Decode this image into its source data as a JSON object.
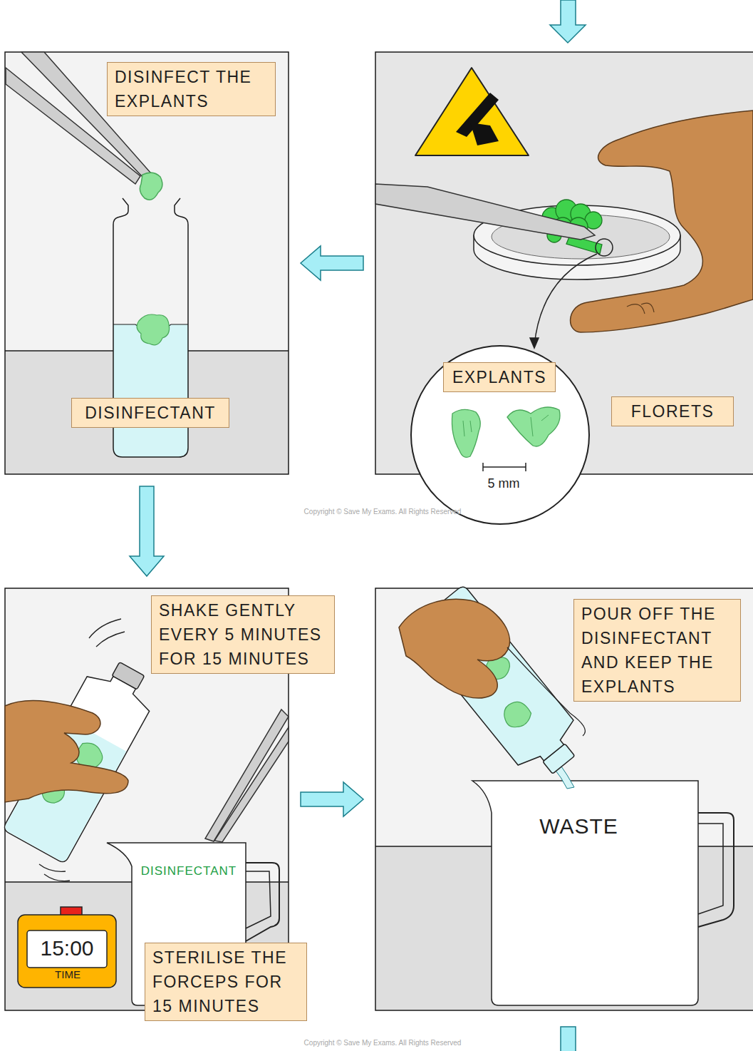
{
  "diagram": {
    "nodes": [
      {
        "text": [
          "DISINFECT THE EXPLANTS",
          "DISINFECTANT"
        ]
      },
      {
        "text": [
          "EXPLANTS",
          "5 mm",
          "FLORETS"
        ]
      },
      {
        "text": [
          "SHAKE GENTLY EVERY 5 MINUTES FOR 15 MINUTES",
          "DISINFECTANT",
          "15:00",
          "TIME",
          "STERILISE THE FORCEPS FOR 15 MINUTES"
        ]
      },
      {
        "text": [
          "POUR OFF THE DISINFECTANT AND KEEP THE EXPLANTS",
          "WASTE"
        ]
      }
    ],
    "edges": [
      {
        "from": 1,
        "to": 0,
        "arrow": "to"
      },
      {
        "from": 0,
        "to": 2,
        "arrow": "to"
      },
      {
        "from": 2,
        "to": 3,
        "arrow": "to"
      }
    ],
    "labels": [
      "Copyright © Save My Exams. All Rights Reserved",
      "Copyright © Save My Exams. All Rights Reserved"
    ]
  }
}
